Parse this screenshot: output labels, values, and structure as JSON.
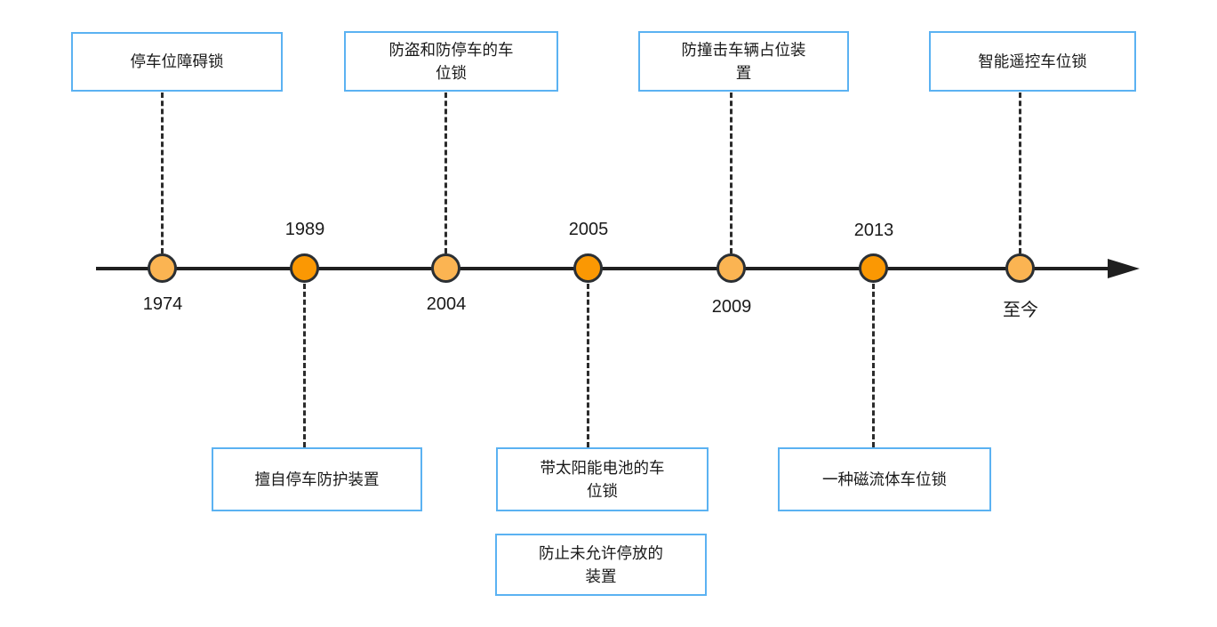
{
  "colors": {
    "box_border": "#5BB2F2",
    "box_background": "#FFFFFF",
    "dot_light": "#FBB452",
    "dot_dark": "#FB9803",
    "dot_border": "#2B2F33",
    "axis_line": "#1F1F1F",
    "text": "#1A1A1A"
  },
  "events": [
    {
      "year": "1974",
      "dot": "light",
      "year_position": "below"
    },
    {
      "year": "1989",
      "dot": "dark",
      "year_position": "above"
    },
    {
      "year": "2004",
      "dot": "light",
      "year_position": "below"
    },
    {
      "year": "2005",
      "dot": "dark",
      "year_position": "above"
    },
    {
      "year": "2009",
      "dot": "light",
      "year_position": "below"
    },
    {
      "year": "2013",
      "dot": "dark",
      "year_position": "above"
    },
    {
      "year": "至今",
      "dot": "light",
      "year_position": "below"
    }
  ],
  "boxes": [
    {
      "label": "停车位障碍锁",
      "position": "top",
      "connects_to": "1974"
    },
    {
      "label": "防盗和防停车的车\n位锁",
      "position": "top",
      "connects_to": "2004"
    },
    {
      "label": "防撞击车辆占位装\n置",
      "position": "top",
      "connects_to": "2009"
    },
    {
      "label": "智能遥控车位锁",
      "position": "top",
      "connects_to": "至今"
    },
    {
      "label": "擅自停车防护装置",
      "position": "bottom",
      "connects_to": "1989"
    },
    {
      "label": "带太阳能电池的车\n位锁",
      "position": "bottom",
      "connects_to": "2005"
    },
    {
      "label": "防止未允许停放的\n装置",
      "position": "bottom",
      "connects_to": "2005"
    },
    {
      "label": "一种磁流体车位锁",
      "position": "bottom",
      "connects_to": "2013"
    }
  ]
}
